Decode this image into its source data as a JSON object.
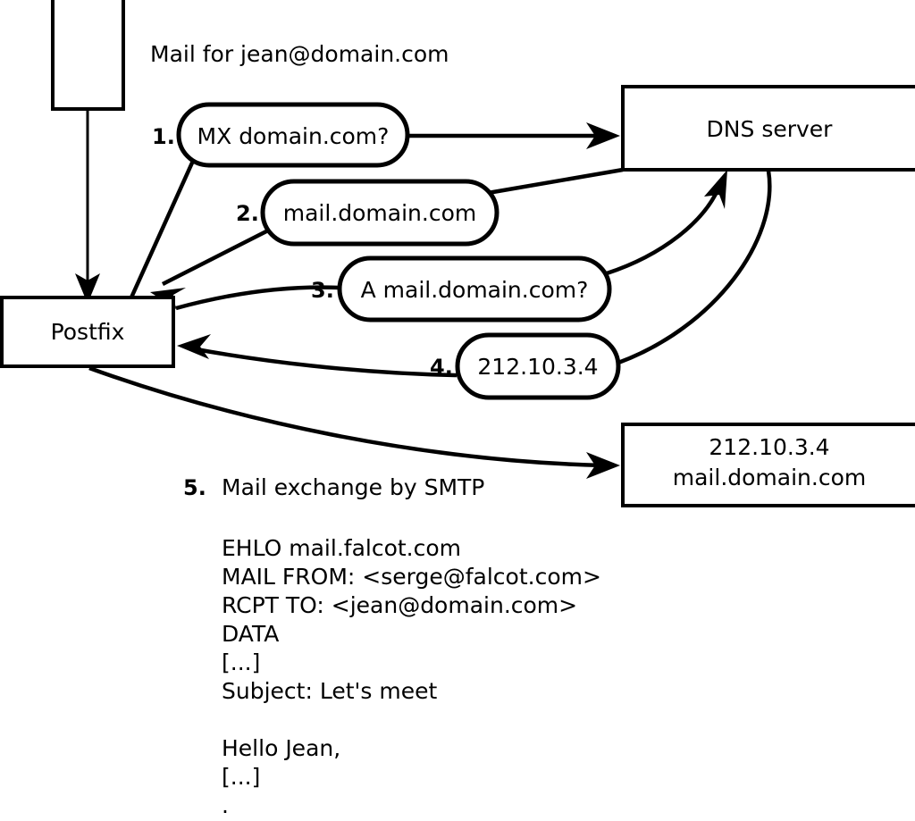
{
  "diagram": {
    "title_note": "Mail for jean@domain.com",
    "nodes": [
      {
        "id": "client-box",
        "label": ""
      },
      {
        "id": "postfix",
        "label": "Postfix"
      },
      {
        "id": "dns-server",
        "label": "DNS server"
      },
      {
        "id": "mail-server",
        "label_line1": "212.10.3.4",
        "label_line2": "mail.domain.com"
      }
    ],
    "steps": [
      {
        "num": "1.",
        "label": "MX domain.com?"
      },
      {
        "num": "2.",
        "label": "mail.domain.com"
      },
      {
        "num": "3.",
        "label": "A mail.domain.com?"
      },
      {
        "num": "4.",
        "label": "212.10.3.4"
      }
    ],
    "step5": {
      "num": "5.",
      "label": "Mail exchange by SMTP"
    },
    "smtp_transcript": [
      "EHLO mail.falcot.com",
      "MAIL FROM: <serge@falcot.com>",
      "RCPT TO: <jean@domain.com>",
      "DATA",
      "[...]",
      "Subject: Let's meet",
      "",
      "Hello Jean,",
      "[...]",
      "."
    ],
    "colors": {
      "stroke": "#000000",
      "fill": "#ffffff",
      "text": "#000000"
    }
  }
}
